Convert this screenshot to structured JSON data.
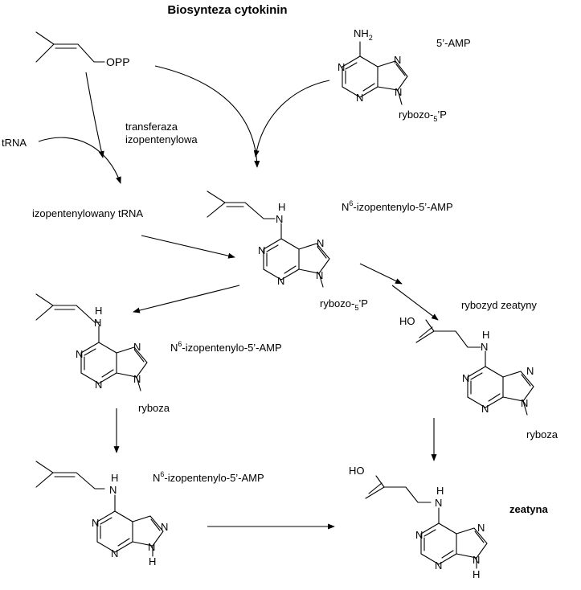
{
  "title": "Biosynteza cytokinin",
  "labels": {
    "opp": "OPP",
    "amp5": "5’-AMP",
    "trna": "tRNA",
    "enzyme_line1": "transferaza",
    "enzyme_line2": "izopentenylowa",
    "ip_trna": "izopentenylowany tRNA",
    "ipamp_top_prefix": "N",
    "ipamp_top_sup": "6",
    "ipamp_top_rest": "-izopentenylo-5’-AMP",
    "ipamp_mid_prefix": "N",
    "ipamp_mid_sup": "6",
    "ipamp_mid_rest": "-izopentenylo-5’-AMP",
    "ipamp_bot_prefix": "N",
    "ipamp_bot_sup": "6",
    "ipamp_bot_rest": "-izopentenylo-5’-AMP",
    "zeatin_riboside": "rybozyd zeatyny",
    "zeatin": "zeatyna"
  },
  "atoms": {
    "n": "N",
    "nh": "NH",
    "h": "H",
    "nh2_n": "NH",
    "nh2_sub": "2",
    "ho": "HO",
    "ribozo_p_a": "rybozo-",
    "ribozo_p_sub": "5",
    "ribozo_p_b": "’P",
    "ryboza": "ryboza"
  }
}
